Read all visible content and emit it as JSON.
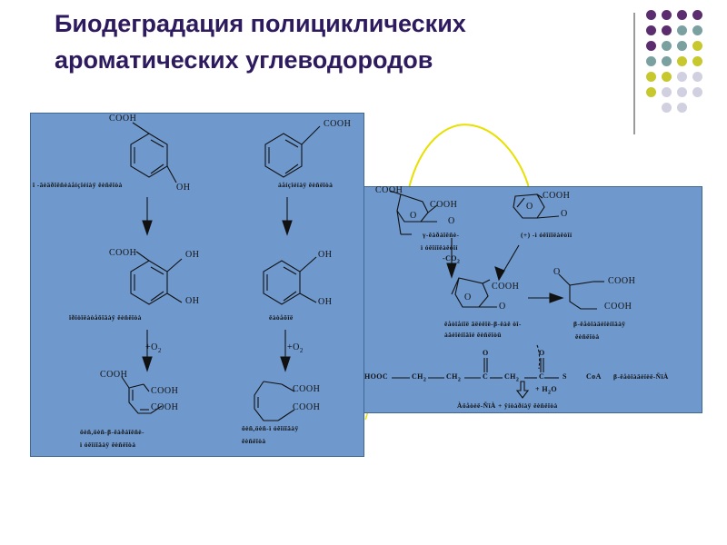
{
  "slide": {
    "title": "Биодеградация полициклических ароматических углеводородов",
    "dot_colors": {
      "purple": "#5b2d6e",
      "teal": "#7aa0a0",
      "olive": "#c7c72e",
      "grey": "#d0d0e0"
    }
  },
  "left_panel": {
    "col1": {
      "top_cooh": "COOH",
      "top_oh": "OH",
      "top_label": "ï -ãèäðîêñèáåíçîéíàÿ êèñëîòà",
      "mid_cooh": "COOH",
      "mid_oh1": "OH",
      "mid_oh2": "OH",
      "mid_label": "ïðîòîêàòåõîâàÿ êèñëîòà",
      "o2": "+O",
      "o2_sub": "2",
      "bot_cooh1": "COOH",
      "bot_cooh2": "COOH",
      "bot_cooh3": "COOH",
      "bot_label1": "öèñ,öèñ-β-êàðáîêñè-",
      "bot_label2": "ì óêîíîâàÿ êèñëîòà"
    },
    "col2": {
      "top_cooh": "COOH",
      "top_label": "áåíçîéíàÿ êèñëîòà",
      "mid_oh1": "OH",
      "mid_oh2": "OH",
      "mid_label": "êàòåõîë",
      "o2": "+O",
      "o2_sub": "2",
      "bot_cooh1": "COOH",
      "bot_cooh2": "COOH",
      "bot_label1": "öèñ,öèñ-ì óêîíîâàÿ",
      "bot_label2": "êèñëîòà"
    }
  },
  "right_panel": {
    "s1_cooh1": "COOH",
    "s1_cooh2": "COOH",
    "s1_o1": "O",
    "s1_o2": "O",
    "s1_label1": "γ-êàðáîêñè-",
    "s1_label2": "ì óêîíîëàêòîí",
    "co2": "-CO",
    "co2_sub": "2",
    "s2_cooh": "COOH",
    "s2_o1": "O",
    "s2_o2": "O",
    "s2_label": "(+) -ì óêîíîëàêòîí",
    "s3_o1": "O",
    "s3_o2": "O",
    "s3_cooh": "COOH",
    "s3_label1": "êåòîåíîë ãëèêîë-β-ëàê òî-",
    "s3_label2": "àäèïèíîâîé êèñëîòû",
    "s4_o": "O",
    "s4_cooh1": "COOH",
    "s4_cooh2": "COOH",
    "s4_label1": "β-êåòîàäèïèíîâàÿ",
    "s4_label2": "êèñëîòà",
    "eq_hooc": "HOOC",
    "eq_ch2a": "CH",
    "eq_ch2b": "CH",
    "eq_c1": "C",
    "eq_ch2c": "CH",
    "eq_c2": "C",
    "eq_s": "S",
    "eq_coa": "CoA",
    "eq_o1": "O",
    "eq_o2": "O",
    "eq_sub2": "2",
    "eq_label": "β-êåòîàäèïèë-ÑîÀ",
    "h2o": "+ H",
    "h2o_sub": "2",
    "h2o_o": "O",
    "products": "Àöåòèë-ÑîÀ  +  ÿíòàðíàÿ êèñëîòà"
  }
}
